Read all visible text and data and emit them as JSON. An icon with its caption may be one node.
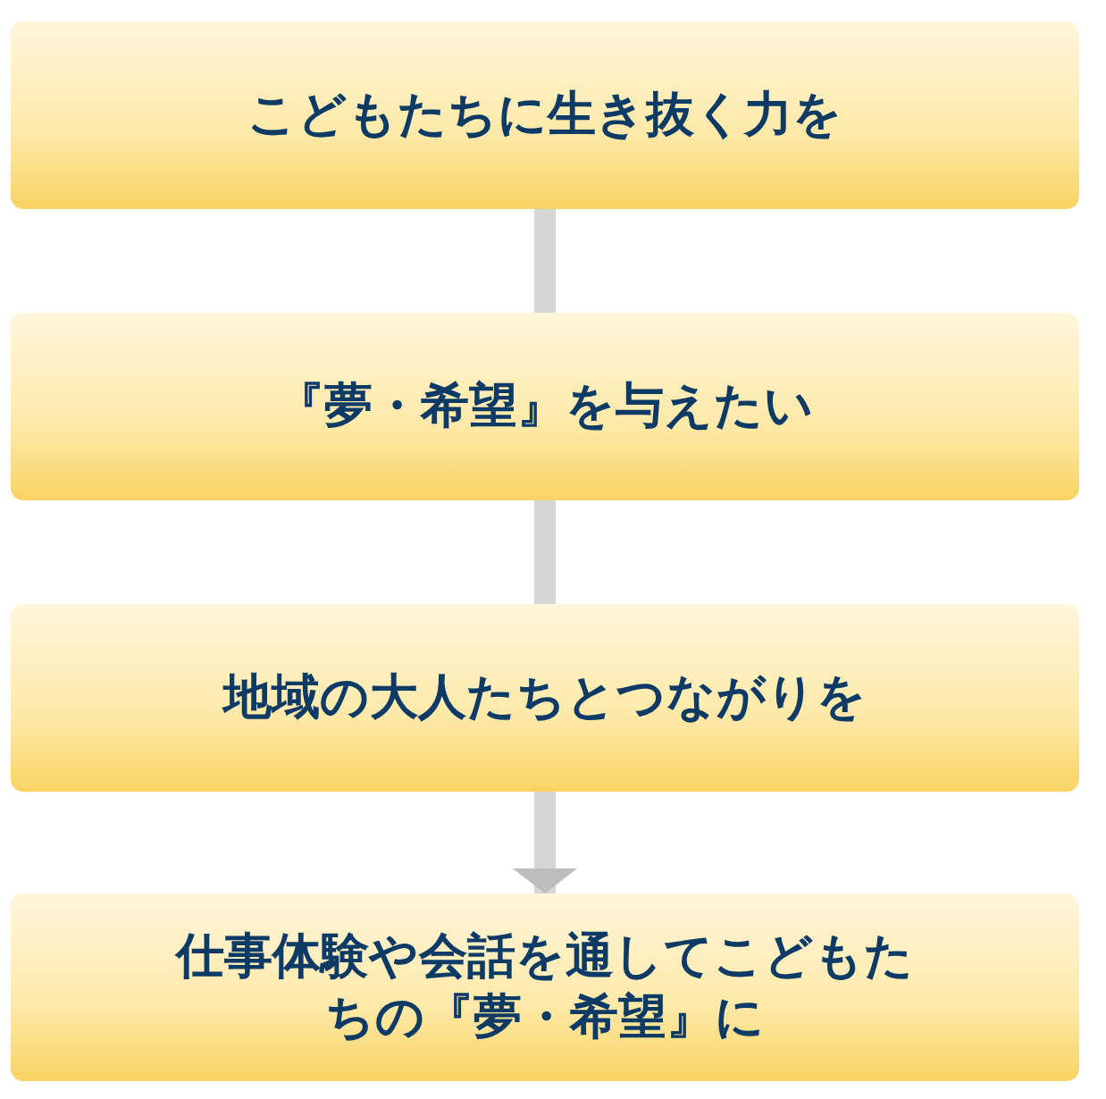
{
  "diagram": {
    "nodes": [
      {
        "text": [
          "こどもたちに生き抜く力を"
        ]
      },
      {
        "text": [
          "『夢・希望』を与えたい"
        ]
      },
      {
        "text": [
          "地域の大人たちとつながりを"
        ]
      },
      {
        "text": [
          "仕事体験や会話を通してこどもたちの『夢・希望』に"
        ]
      }
    ],
    "edges": [
      {
        "from": 0,
        "to": 1,
        "arrow": "none"
      },
      {
        "from": 1,
        "to": 2,
        "arrow": "none"
      },
      {
        "from": 2,
        "to": 3,
        "arrow": "to"
      }
    ]
  }
}
